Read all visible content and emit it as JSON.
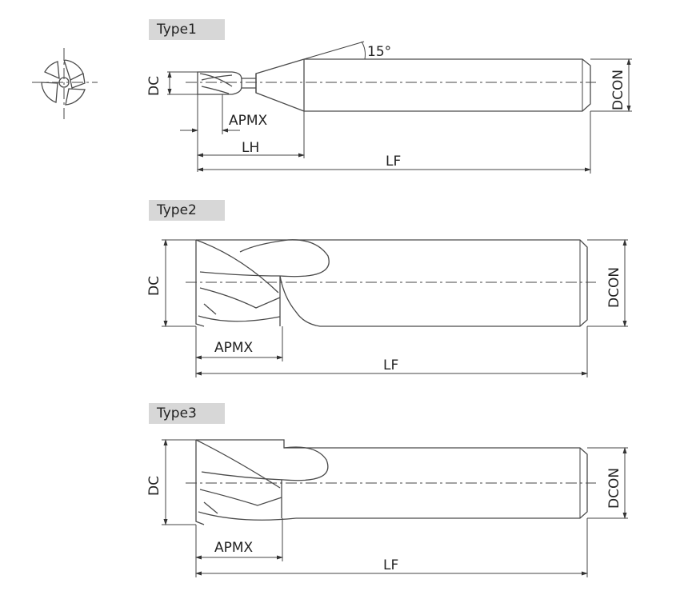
{
  "types": [
    {
      "label": "Type1"
    },
    {
      "label": "Type2"
    },
    {
      "label": "Type3"
    }
  ],
  "dimensions": {
    "dc": "DC",
    "dcon": "DCON",
    "apmx": "APMX",
    "lh": "LH",
    "lf": "LF",
    "angle": "15°"
  }
}
